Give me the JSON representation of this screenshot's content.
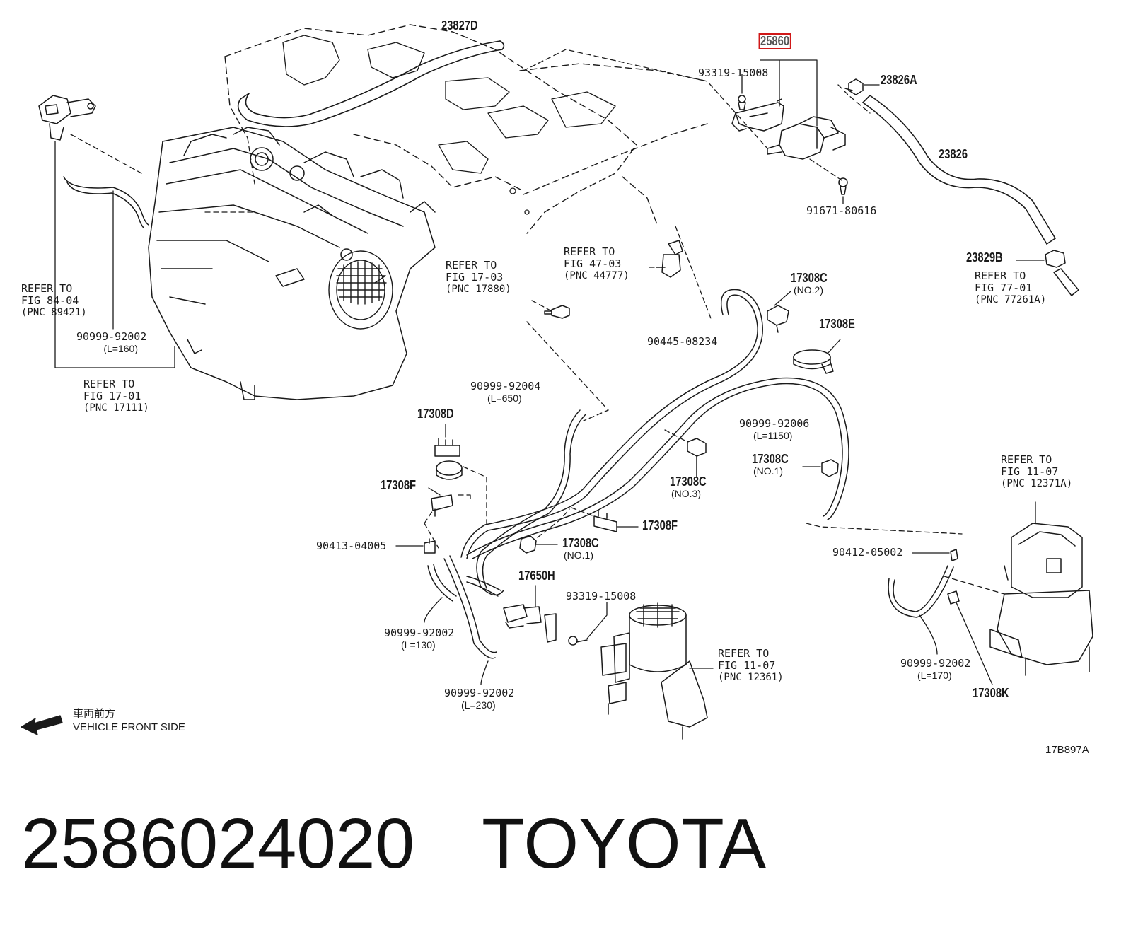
{
  "labels": [
    {
      "id": "23827D",
      "lines": [
        "23827D"
      ]
    },
    {
      "id": "25860",
      "lines": [
        "25860"
      ]
    },
    {
      "id": "93319-15008-top",
      "lines": [
        "93319-15008"
      ]
    },
    {
      "id": "23826A",
      "lines": [
        "23826A"
      ]
    },
    {
      "id": "23826",
      "lines": [
        "23826"
      ]
    },
    {
      "id": "91671-80616",
      "lines": [
        "91671-80616"
      ]
    },
    {
      "id": "23829B",
      "lines": [
        "23829B"
      ]
    },
    {
      "id": "ref-77-01",
      "lines": [
        "REFER TO",
        "FIG 77-01",
        "(PNC 77261A)"
      ]
    },
    {
      "id": "ref-84-04",
      "lines": [
        "REFER TO",
        "FIG 84-04",
        "(PNC 89421)"
      ]
    },
    {
      "id": "90999-92002-160",
      "lines": [
        "90999-92002",
        "(L=160)"
      ]
    },
    {
      "id": "ref-17-01",
      "lines": [
        "REFER TO",
        "FIG 17-01",
        "(PNC 17111)"
      ]
    },
    {
      "id": "ref-17-03",
      "lines": [
        "REFER TO",
        "FIG 17-03",
        "(PNC 17880)"
      ]
    },
    {
      "id": "ref-47-03",
      "lines": [
        "REFER TO",
        "FIG 47-03",
        "(PNC 44777)"
      ]
    },
    {
      "id": "17308C-no2",
      "lines": [
        "17308C",
        "(NO.2)"
      ]
    },
    {
      "id": "90445-08234",
      "lines": [
        "90445-08234"
      ]
    },
    {
      "id": "17308E",
      "lines": [
        "17308E"
      ]
    },
    {
      "id": "90999-92004",
      "lines": [
        "90999-92004",
        "(L=650)"
      ]
    },
    {
      "id": "17308D",
      "lines": [
        "17308D"
      ]
    },
    {
      "id": "90999-92006",
      "lines": [
        "90999-92006",
        "(L=1150)"
      ]
    },
    {
      "id": "17308C-no1-right",
      "lines": [
        "17308C",
        "(NO.1)"
      ]
    },
    {
      "id": "17308C-no3",
      "lines": [
        "17308C",
        "(NO.3)"
      ]
    },
    {
      "id": "ref-11-07-a",
      "lines": [
        "REFER TO",
        "FIG 11-07",
        "(PNC 12371A)"
      ]
    },
    {
      "id": "17308F-left",
      "lines": [
        "17308F"
      ]
    },
    {
      "id": "17308F-mid",
      "lines": [
        "17308F"
      ]
    },
    {
      "id": "90413-04005",
      "lines": [
        "90413-04005"
      ]
    },
    {
      "id": "17308C-no1-mid",
      "lines": [
        "17308C",
        "(NO.1)"
      ]
    },
    {
      "id": "90412-05002",
      "lines": [
        "90412-05002"
      ]
    },
    {
      "id": "17650H",
      "lines": [
        "17650H"
      ]
    },
    {
      "id": "93319-15008-bot",
      "lines": [
        "93319-15008"
      ]
    },
    {
      "id": "90999-92002-130",
      "lines": [
        "90999-92002",
        "(L=130)"
      ]
    },
    {
      "id": "ref-11-07-b",
      "lines": [
        "REFER TO",
        "FIG 11-07",
        "(PNC 12361)"
      ]
    },
    {
      "id": "90999-92002-230",
      "lines": [
        "90999-92002",
        "(L=230)"
      ]
    },
    {
      "id": "90999-92002-170",
      "lines": [
        "90999-92002",
        "(L=170)"
      ]
    },
    {
      "id": "17308K",
      "lines": [
        "17308K"
      ]
    }
  ],
  "front_note": {
    "jp": "車両前方",
    "en": "VEHICLE FRONT SIDE"
  },
  "diagram_code": "17B897A",
  "footer": {
    "part_number": "2586024020",
    "brand": "TOYOTA"
  },
  "colors": {
    "line": "#1a1a1a",
    "highlight": "#d01818"
  }
}
